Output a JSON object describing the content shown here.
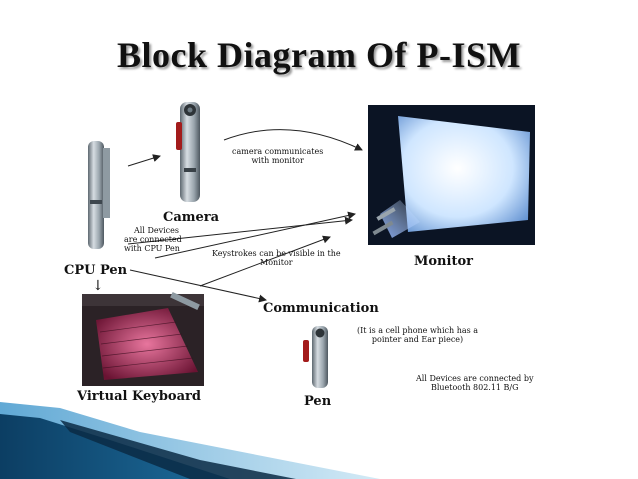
{
  "title": "Block Diagram Of P-ISM",
  "nodes": {
    "cpu_pen": "CPU Pen",
    "camera": "Camera",
    "monitor": "Monitor",
    "virtual_keyboard": "Virtual Keyboard",
    "communication": "Communication",
    "pen": "Pen"
  },
  "annotations": {
    "camera_comm_line1": "camera communicates",
    "camera_comm_line2": "with monitor",
    "devices_line1": "All Devices",
    "devices_line2": "are connected",
    "devices_line3": "with CPU Pen",
    "keystrokes_line1": "Keystrokes can be visible in the",
    "keystrokes_line2": "Monitor",
    "cellphone_line1": "(It is a cell phone which has a",
    "cellphone_line2": "pointer and Ear piece)",
    "bluetooth_line1": "All Devices are connected by",
    "bluetooth_line2": "Bluetooth 802.11 B/G"
  },
  "down_arrow": "↓",
  "colors": {
    "title_shadow": "#9a9a9a",
    "monitor_screen": "#cfe6ff",
    "keyboard_glow": "#e0427a",
    "corner_ribbon_dark": "#0c3e63",
    "corner_ribbon_light": "#8fc4e4"
  }
}
